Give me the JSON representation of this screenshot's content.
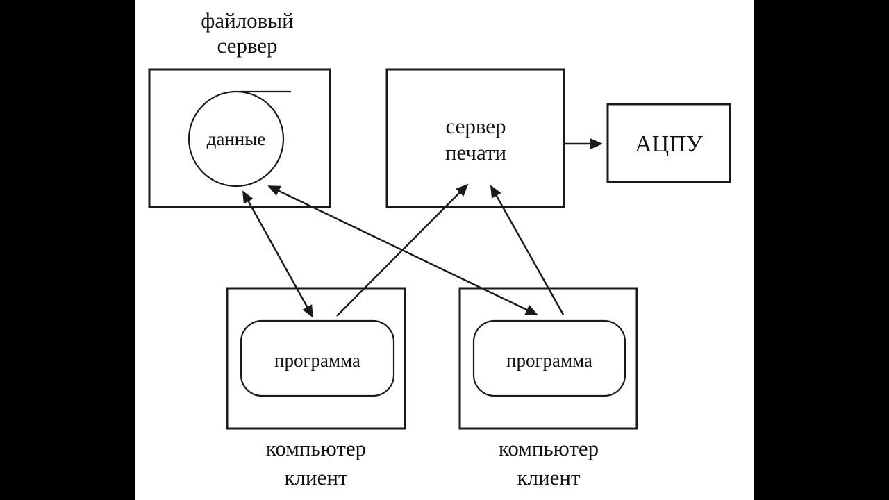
{
  "diagram": {
    "file_server": {
      "title_line1": "файловый",
      "title_line2": "сервер",
      "data_label": "данные"
    },
    "print_server": {
      "label_line1": "сервер",
      "label_line2": "печати"
    },
    "printer": {
      "label": "АЦПУ"
    },
    "client_left": {
      "program_label": "программа",
      "caption_line1": "компьютер",
      "caption_line2": "клиент"
    },
    "client_right": {
      "program_label": "программа",
      "caption_line1": "компьютер",
      "caption_line2": "клиент"
    },
    "colors": {
      "background": "#000000",
      "canvas": "#ffffff",
      "stroke": "#1a1a1a"
    }
  }
}
